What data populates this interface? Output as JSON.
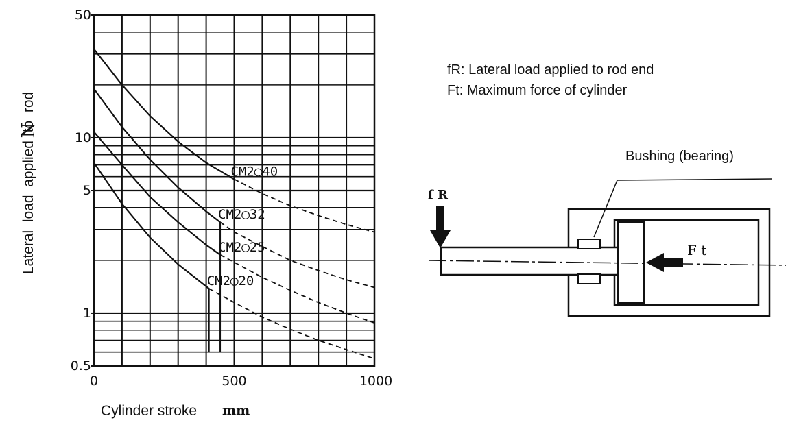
{
  "chart_data": {
    "type": "line",
    "xlabel": "Cylinder stroke",
    "xunit": "mm",
    "ylabel": "Lateral  load  applied  to  rod",
    "yunit": "N",
    "xlim": [
      0,
      1000
    ],
    "ylim": [
      0.5,
      50
    ],
    "yscale": "log",
    "grid": true,
    "x_ticks": [
      0,
      500,
      1000
    ],
    "x_tick_labels": [
      "0",
      "500",
      "1000"
    ],
    "y_ticks": [
      0.5,
      1,
      5,
      10,
      50
    ],
    "y_tick_labels": [
      "0.5",
      "1",
      "5",
      "10",
      "50"
    ],
    "series": [
      {
        "name": "CM2◯40",
        "solid_to": 500,
        "x": [
          0,
          100,
          200,
          300,
          400,
          500,
          600,
          700,
          800,
          900,
          1000
        ],
        "y": [
          32,
          20,
          13.3,
          9.5,
          7.2,
          5.8,
          4.8,
          4.1,
          3.6,
          3.2,
          2.9
        ]
      },
      {
        "name": "CM2◯32",
        "solid_to": 450,
        "x": [
          0,
          100,
          200,
          300,
          400,
          450,
          500,
          600,
          700,
          800,
          900,
          1000
        ],
        "y": [
          19,
          11.5,
          7.5,
          5.2,
          3.8,
          3.3,
          2.9,
          2.4,
          2.0,
          1.75,
          1.55,
          1.4
        ]
      },
      {
        "name": "CM2◯25",
        "solid_to": 450,
        "x": [
          0,
          100,
          200,
          300,
          400,
          450,
          500,
          600,
          700,
          800,
          900,
          1000
        ],
        "y": [
          10.8,
          7.0,
          4.6,
          3.3,
          2.45,
          2.15,
          1.95,
          1.6,
          1.35,
          1.15,
          1.0,
          0.88
        ]
      },
      {
        "name": "CM2◯20",
        "solid_to": 410,
        "x": [
          0,
          100,
          200,
          300,
          410,
          500,
          600,
          700,
          800,
          900,
          1000
        ],
        "y": [
          7.2,
          4.2,
          2.7,
          1.9,
          1.38,
          1.15,
          0.95,
          0.81,
          0.7,
          0.62,
          0.55
        ]
      }
    ]
  },
  "legend": {
    "line1": "fR: Lateral load applied to rod end",
    "line2": "Ft: Maximum force of cylinder"
  },
  "diagram": {
    "bushing_label": "Bushing (bearing)",
    "fr_label": "f R",
    "ft_label": "F t"
  }
}
